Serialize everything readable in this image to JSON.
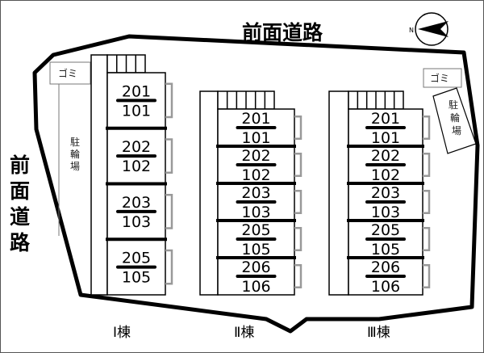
{
  "road_top": "前面道路",
  "road_left": [
    "前",
    "面",
    "道",
    "路"
  ],
  "garbage_label": "ゴミ",
  "bike_parking_label": [
    "駐",
    "輪",
    "場"
  ],
  "compass_label": "N",
  "buildings": [
    {
      "label": "Ⅰ棟",
      "units": [
        [
          "201",
          "101"
        ],
        [
          "202",
          "102"
        ],
        [
          "203",
          "103"
        ],
        [
          "205",
          "105"
        ]
      ]
    },
    {
      "label": "Ⅱ棟",
      "units": [
        [
          "201",
          "101"
        ],
        [
          "202",
          "102"
        ],
        [
          "203",
          "103"
        ],
        [
          "205",
          "105"
        ],
        [
          "206",
          "106"
        ]
      ]
    },
    {
      "label": "Ⅲ棟",
      "units": [
        [
          "201",
          "101"
        ],
        [
          "202",
          "102"
        ],
        [
          "203",
          "103"
        ],
        [
          "205",
          "105"
        ],
        [
          "206",
          "106"
        ]
      ]
    }
  ]
}
